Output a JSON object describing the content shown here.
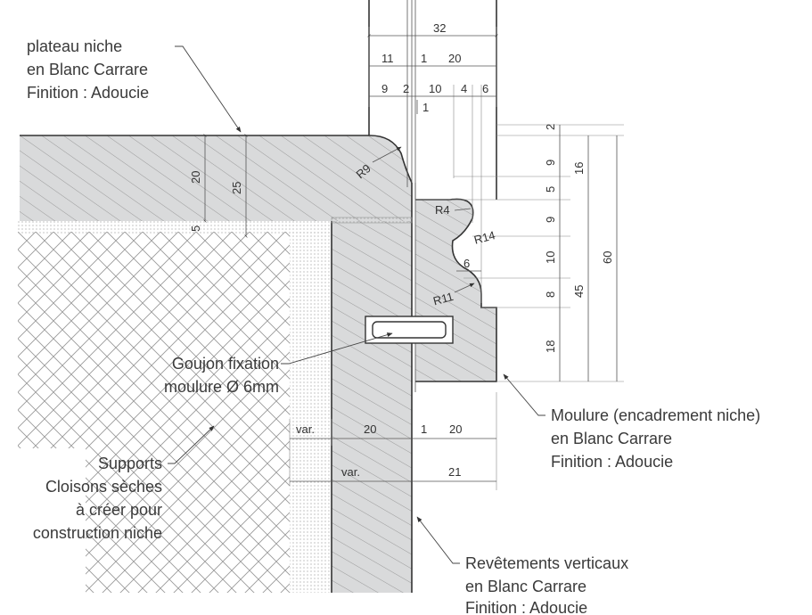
{
  "callouts": {
    "plateau": [
      "plateau niche",
      "en Blanc Carrare",
      "Finition : Adoucie"
    ],
    "moulure": [
      "Moulure (encadrement niche)",
      "en Blanc Carrare",
      "Finition : Adoucie"
    ],
    "revetements": [
      "Revêtements verticaux",
      "en Blanc Carrare",
      "Finition : Adoucie"
    ],
    "supports": [
      "Supports",
      "Cloisons sèches",
      "à créer pour",
      "construction niche"
    ],
    "goujon": [
      "Goujon fixation",
      "moulure Ø 6mm"
    ]
  },
  "dimensions": {
    "top_32": "32",
    "top_11": "11",
    "top_1a": "1",
    "top_20": "20",
    "top_9": "9",
    "top_2": "2",
    "top_10": "10",
    "top_4": "4",
    "top_6": "6",
    "top_1b": "1",
    "r9": "R9",
    "r4": "R4",
    "r14": "R14",
    "r6": "6",
    "r11": "R11",
    "plateau_20": "20",
    "plateau_25": "25",
    "plateau_5": "5",
    "right_2": "2",
    "right_9a": "9",
    "right_16": "16",
    "right_5": "5",
    "right_9b": "9",
    "right_10": "10",
    "right_8": "8",
    "right_45": "45",
    "right_18": "18",
    "right_60": "60",
    "bot_var1": "var.",
    "bot_20a": "20",
    "bot_1": "1",
    "bot_20b": "20",
    "bot_var2": "var.",
    "bot_21": "21"
  },
  "colors": {
    "stone_fill": "#d9dadb",
    "hatch": "#8a8a8a",
    "crosshatch": "#9a9a9a"
  }
}
